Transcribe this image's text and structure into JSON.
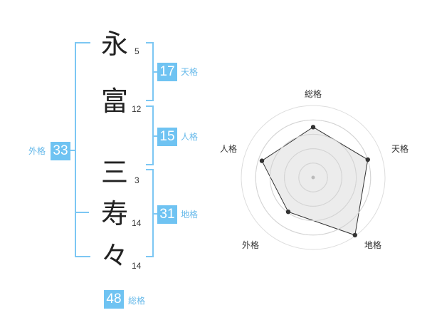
{
  "name": {
    "chars": [
      {
        "char": "永",
        "strokes": "5"
      },
      {
        "char": "富",
        "strokes": "12"
      },
      {
        "char": "三",
        "strokes": "3"
      },
      {
        "char": "寿",
        "strokes": "14"
      },
      {
        "char": "々",
        "strokes": "14"
      }
    ]
  },
  "fortunes": {
    "tenkaku": {
      "value": "17",
      "label": "天格"
    },
    "jinkaku": {
      "value": "15",
      "label": "人格"
    },
    "chikaku": {
      "value": "31",
      "label": "地格"
    },
    "gaikaku": {
      "value": "33",
      "label": "外格"
    },
    "soukaku": {
      "value": "48",
      "label": "総格"
    }
  },
  "colors": {
    "accent": "#6fc3f2",
    "bracket": "#7cc7f3",
    "label": "#66b9ea",
    "radar_fill": "#f0f0f0",
    "radar_ring": "#dddddd"
  },
  "chart_data": {
    "type": "radar",
    "axes": [
      "総格",
      "天格",
      "地格",
      "外格",
      "人格"
    ],
    "values": [
      0.7,
      0.8,
      0.99,
      0.59,
      0.75
    ],
    "rings": 5
  }
}
